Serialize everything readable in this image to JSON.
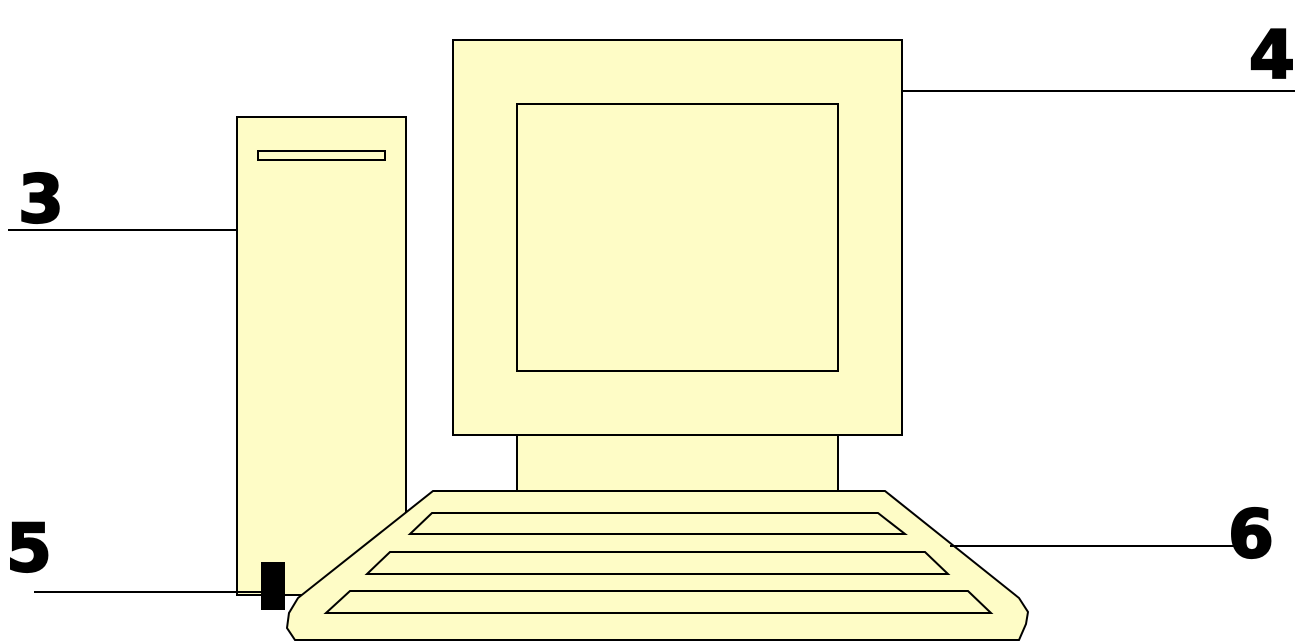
{
  "labels": {
    "system_unit": "3",
    "monitor": "4",
    "mouse": "5",
    "keyboard": "6"
  },
  "colors": {
    "part_fill": "#fefcc6",
    "outline": "#000000",
    "background": "#ffffff"
  }
}
